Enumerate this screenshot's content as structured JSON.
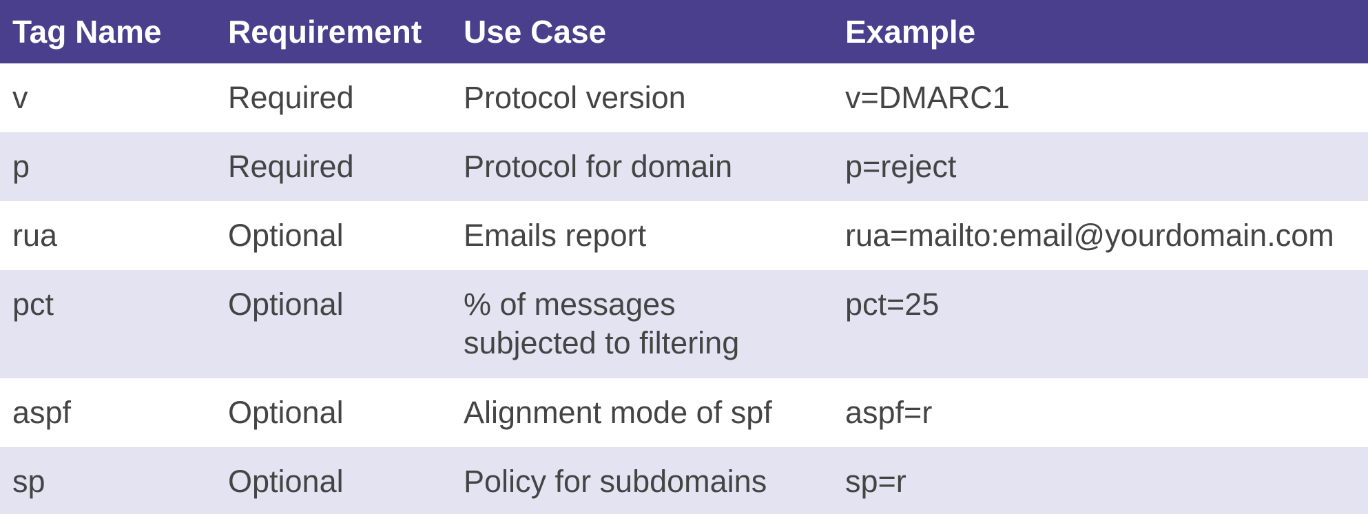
{
  "table": {
    "headers": [
      "Tag Name",
      "Requirement",
      "Use Case",
      "Example"
    ],
    "rows": [
      {
        "tag": "v",
        "requirement": "Required",
        "use_case": [
          "Protocol version"
        ],
        "example": "v=DMARC1"
      },
      {
        "tag": "p",
        "requirement": "Required",
        "use_case": [
          "Protocol for domain"
        ],
        "example": "p=reject"
      },
      {
        "tag": "rua",
        "requirement": "Optional",
        "use_case": [
          "Emails report"
        ],
        "example": "rua=mailto:email@yourdomain.com"
      },
      {
        "tag": "pct",
        "requirement": "Optional",
        "use_case": [
          "% of messages",
          "subjected to filtering"
        ],
        "example": "pct=25"
      },
      {
        "tag": "aspf",
        "requirement": "Optional",
        "use_case": [
          "Alignment mode of spf"
        ],
        "example": "aspf=r"
      },
      {
        "tag": "sp",
        "requirement": "Optional",
        "use_case": [
          "Policy for subdomains"
        ],
        "example": "sp=r"
      }
    ]
  },
  "colors": {
    "header_bg": "#4a3f8c",
    "header_text": "#ffffff",
    "row_alt_bg": "#e3e3f2",
    "cell_text": "#444444"
  }
}
